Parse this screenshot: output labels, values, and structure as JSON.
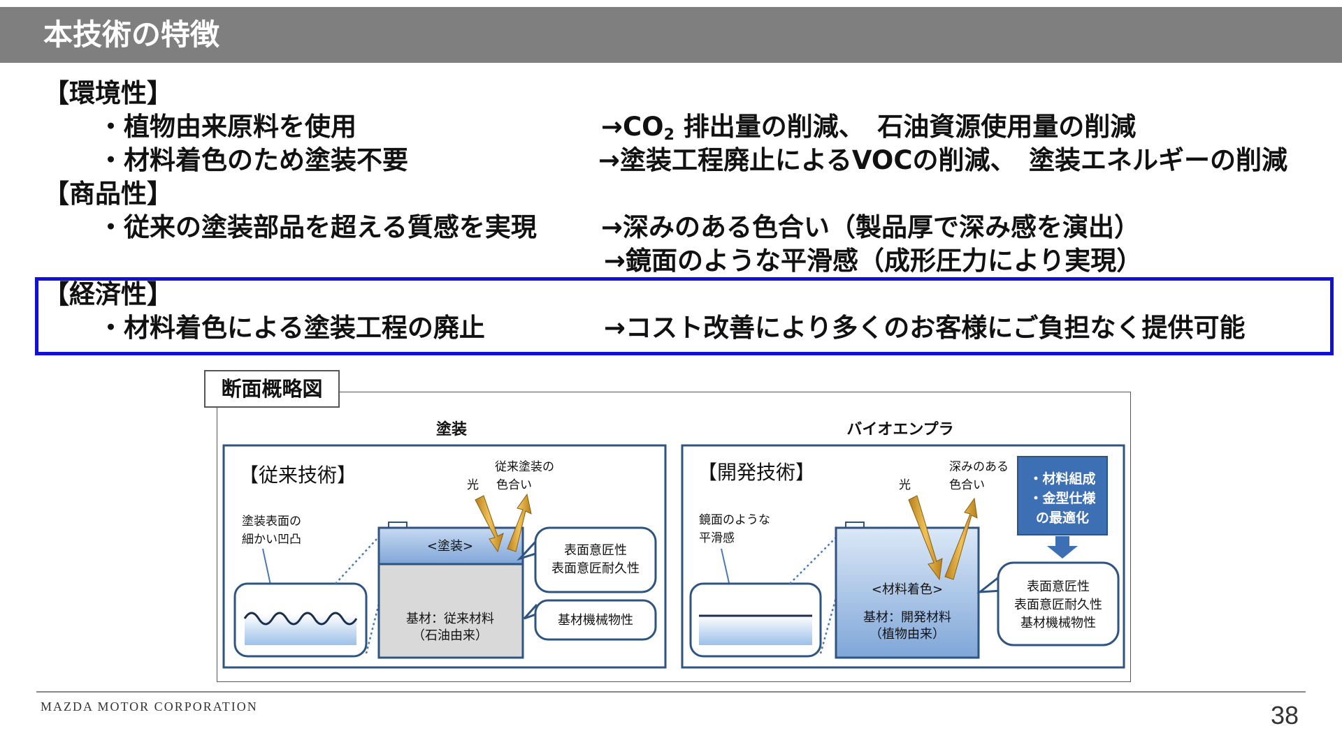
{
  "title": "本技術の特徴",
  "sections": {
    "env": {
      "header": "【環境性】",
      "bullet1": "・植物由来原料を使用",
      "result1_pre": "→CO",
      "result1_sub": "2",
      "result1_post": " 排出量の削減、　石油資源使用量の削減",
      "bullet2": "・材料着色のため塗装不要",
      "result2": "→塗装工程廃止によるVOCの削減、　塗装エネルギーの削減"
    },
    "product": {
      "header": "【商品性】",
      "bullet1": "・従来の塗装部品を超える質感を実現",
      "result1": "→深みのある色合い（製品厚で深み感を演出）",
      "result2": "→鏡面のような平滑感（成形圧力により実現）"
    },
    "econ": {
      "header": "【経済性】",
      "bullet1": "・材料着色による塗装工程の廃止",
      "result1": "→コスト改善により多くのお客様にご負担なく提供可能"
    }
  },
  "diagram": {
    "title": "断面概略図",
    "left": {
      "heading": "塗装",
      "panel_label": "【従来技術】",
      "surface_note_1": "塗装表面の",
      "surface_note_2": "細かい凹凸",
      "light": "光",
      "reflect_1": "従来塗装の",
      "reflect_2": "色合い",
      "coating_label": "<塗装>",
      "base_1": "基材：従来材料",
      "base_2": "（石油由来）",
      "callout1_1": "表面意匠性",
      "callout1_2": "表面意匠耐久性",
      "callout2": "基材機械物性"
    },
    "right": {
      "heading": "バイオエンプラ",
      "panel_label": "【開発技術】",
      "surface_note_1": "鏡面のような",
      "surface_note_2": "平滑感",
      "light": "光",
      "reflect_1": "深みのある",
      "reflect_2": "色合い",
      "opt_1": "・材料組成",
      "opt_2": "・金型仕様",
      "opt_3": "の最適化",
      "color_label": "<材料着色>",
      "base_1": "基材：開発材料",
      "base_2": "（植物由来）",
      "callout_1": "表面意匠性",
      "callout_2": "表面意匠耐久性",
      "callout_3": "基材機械物性"
    },
    "colors": {
      "panel_border": "#2f5481",
      "box_blue": "#3d6fb4",
      "arrow_gold": "#d9a431",
      "base_gray": "#d9d9d9"
    }
  },
  "footer": {
    "company": "MAZDA MOTOR CORPORATION",
    "page": "38"
  }
}
